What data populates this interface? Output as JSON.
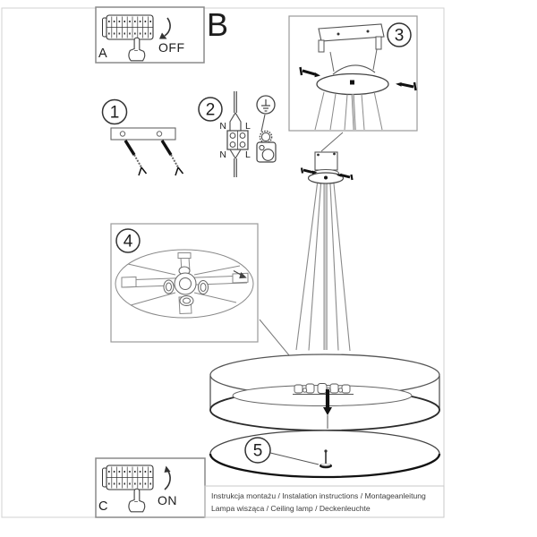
{
  "page": {
    "section_letter": "B"
  },
  "box_a": {
    "label": "A",
    "switch_state": "OFF"
  },
  "box_c": {
    "label": "C",
    "switch_state": "ON"
  },
  "steps": {
    "s1": "1",
    "s2": "2",
    "s3": "3",
    "s4": "4",
    "s5": "5"
  },
  "wiring": {
    "n_top": "N",
    "l_top": "L",
    "n_bottom": "N",
    "l_bottom": "L"
  },
  "footer": {
    "line1": "Instrukcja montażu / Instalation instructions / Montageanleitung",
    "line2": "Lampa wisząca / Ceiling lamp / Deckenleuchte"
  },
  "colors": {
    "line_dark": "#1f1f1f",
    "line_mid": "#555555",
    "line_light": "#8a8a8a",
    "box_border": "#8a8a8a",
    "sheet_border": "#d0d0d0"
  }
}
